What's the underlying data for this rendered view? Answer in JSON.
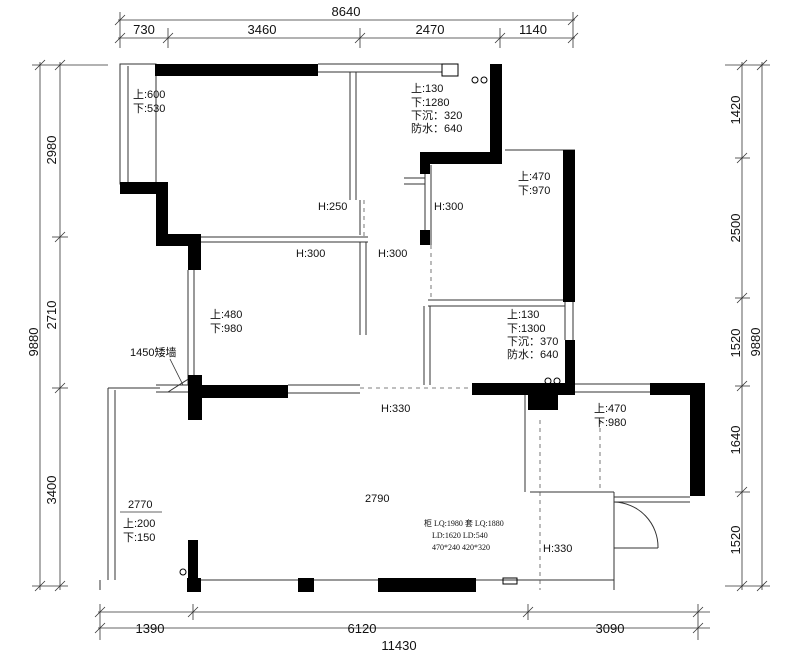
{
  "dimensions": {
    "top_total": "8640",
    "top_segments": [
      "730",
      "3460",
      "2470",
      "1140"
    ],
    "bottom_total": "11430",
    "bottom_segments": [
      "1390",
      "6120",
      "3090"
    ],
    "left_total": "9880",
    "left_segments": [
      "2980",
      "2710",
      "3400"
    ],
    "right_total": "9880",
    "right_segments": [
      "1420",
      "2500",
      "1520",
      "1640",
      "1520"
    ]
  },
  "rooms": {
    "balcony_top": [
      "上:600",
      "下:530"
    ],
    "bath_top": [
      "上:130",
      "下:1280",
      "下沉：320",
      "防水：640"
    ],
    "bedroom_right": [
      "上:470",
      "下:970"
    ],
    "bath_mid": [
      "上:130",
      "下:1300",
      "下沉：370",
      "防水：640"
    ],
    "bedroom_mid": [
      "上:480",
      "下:980"
    ],
    "kitchen": [
      "上:470",
      "下:980"
    ],
    "balcony_bottom": [
      "上:200",
      "下:150"
    ]
  },
  "heights": {
    "h250": "H:250",
    "h300_a": "H:300",
    "h300_b": "H:300",
    "h300_c": "H:300",
    "h330_a": "H:330",
    "h330_b": "H:330"
  },
  "notes": {
    "low_wall": "1450矮墙",
    "balcony_width": "2770",
    "living_width": "2790",
    "cabinet": [
      "柜 LQ:1980 套 LQ:1880",
      "LD:1620   LD:540",
      "470*240   420*320"
    ]
  }
}
